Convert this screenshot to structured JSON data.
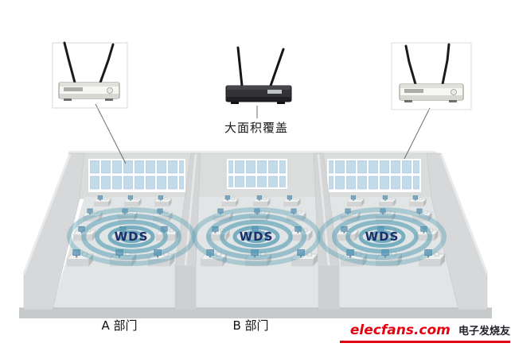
{
  "page": {
    "background": "#ffffff"
  },
  "diagram": {
    "coverage_label": "大面积覆盖",
    "wds_label": "WDS",
    "section_labels": {
      "a": "A 部门",
      "b": "B 部门"
    },
    "routers": [
      {
        "id": "left",
        "icon": "wireless-router-icon",
        "style": "light"
      },
      {
        "id": "middle",
        "icon": "wireless-router-icon",
        "style": "dark"
      },
      {
        "id": "right",
        "icon": "wireless-router-icon",
        "style": "light"
      }
    ],
    "colors": {
      "wall": "#d6d8d9",
      "floor": "#e2e5e6",
      "window_pane": "#c3dae8",
      "coverage_ring": "#4f9ab1",
      "wds_text": "#1c2f6b"
    }
  },
  "watermark": {
    "site": "elecfans.com",
    "brand": "电子发烧友",
    "accent": "#e60012"
  }
}
